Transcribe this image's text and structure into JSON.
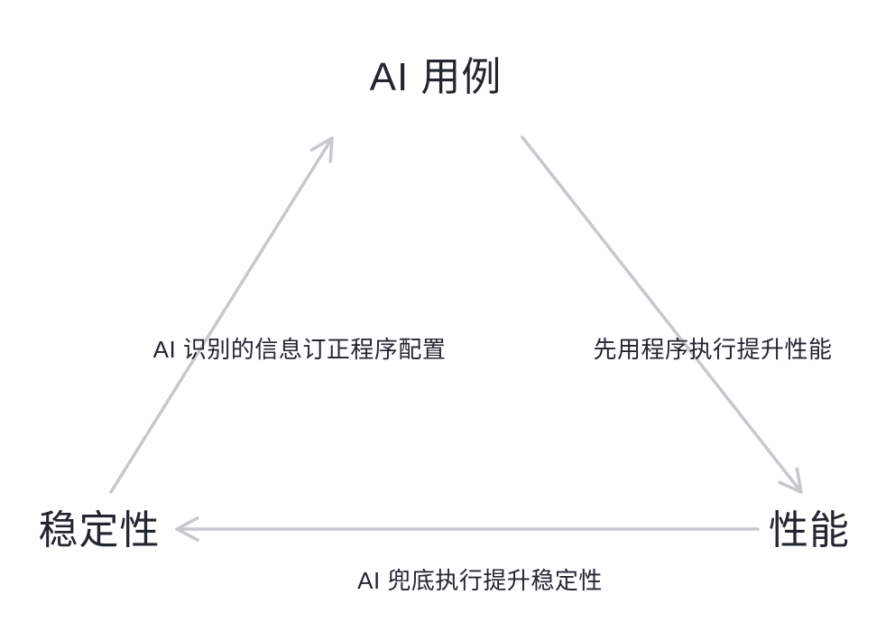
{
  "diagram": {
    "title": "AI 用例",
    "nodes": {
      "top": {
        "label": "AI 用例"
      },
      "bottom_left": {
        "label": "稳定性"
      },
      "bottom_right": {
        "label": "性能"
      }
    },
    "edges": [
      {
        "from": "稳定性",
        "to": "AI 用例",
        "label": "AI 识别的信息订正程序配置"
      },
      {
        "from": "AI 用例",
        "to": "性能",
        "label": "先用程序执行提升性能"
      },
      {
        "from": "性能",
        "to": "稳定性",
        "label": "AI 兜底执行提升稳定性"
      }
    ],
    "colors": {
      "text": "#22262e",
      "arrow": "#c5c8cd",
      "background": "#ffffff"
    }
  }
}
